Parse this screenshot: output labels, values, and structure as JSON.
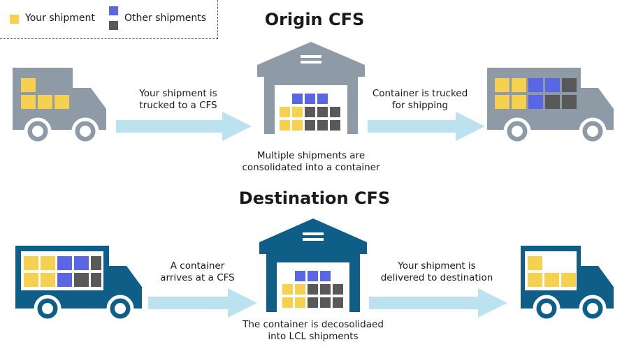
{
  "legend": {
    "your_shipment": "Your shipment",
    "other_shipments": "Other shipments"
  },
  "colors": {
    "your": "#f5d14f",
    "other_blue": "#5a67e5",
    "other_dark": "#595959",
    "origin_gray": "#8e9ba6",
    "destination_blue": "#0f5e87",
    "arrow": "#bde2ef"
  },
  "origin": {
    "title": "Origin CFS",
    "arrow1_line1": "Your shipment is",
    "arrow1_line2": "trucked to a CFS",
    "caption_line1": "Multiple shipments are",
    "caption_line2": "consolidated into a container",
    "arrow2_line1": "Container is trucked",
    "arrow2_line2": "for shipping"
  },
  "destination": {
    "title": "Destination CFS",
    "arrow1_line1": "A container",
    "arrow1_line2": "arrives at a CFS",
    "caption_line1": "The container is decosolidaed",
    "caption_line2": "into LCL shipments",
    "arrow2_line1": "Your shipment is",
    "arrow2_line2": "delivered to destination"
  }
}
